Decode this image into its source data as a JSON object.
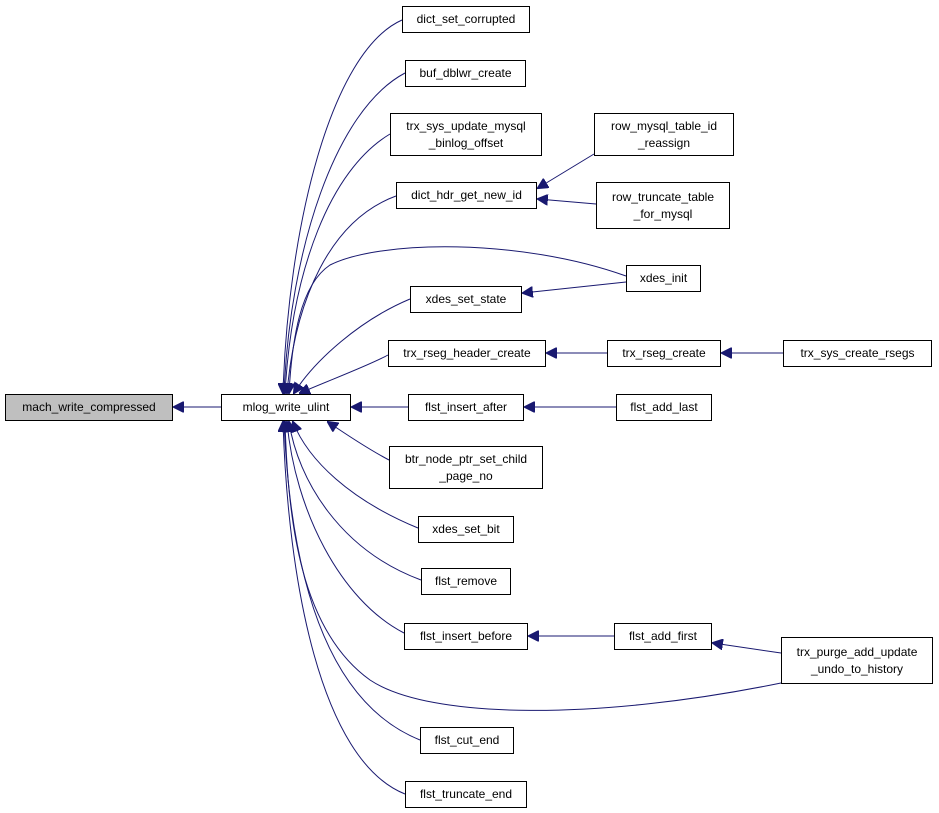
{
  "colors": {
    "edge": "#191970",
    "root_fill": "#bfbfbf",
    "node_fill": "#ffffff",
    "border": "#000000"
  },
  "nodes": {
    "mach_write_compressed": "mach_write_compressed",
    "mlog_write_ulint": "mlog_write_ulint",
    "dict_set_corrupted": "dict_set_corrupted",
    "buf_dblwr_create": "buf_dblwr_create",
    "trx_sys_update_mysql_binlog_offset": "trx_sys_update_mysql\n_binlog_offset",
    "dict_hdr_get_new_id": "dict_hdr_get_new_id",
    "row_mysql_table_id_reassign": "row_mysql_table_id\n_reassign",
    "row_truncate_table_for_mysql": "row_truncate_table\n_for_mysql",
    "xdes_init": "xdes_init",
    "xdes_set_state": "xdes_set_state",
    "trx_rseg_header_create": "trx_rseg_header_create",
    "trx_rseg_create": "trx_rseg_create",
    "trx_sys_create_rsegs": "trx_sys_create_rsegs",
    "flst_insert_after": "flst_insert_after",
    "flst_add_last": "flst_add_last",
    "btr_node_ptr_set_child_page_no": "btr_node_ptr_set_child\n_page_no",
    "xdes_set_bit": "xdes_set_bit",
    "flst_remove": "flst_remove",
    "flst_insert_before": "flst_insert_before",
    "flst_add_first": "flst_add_first",
    "trx_purge_add_update_undo_to_history": "trx_purge_add_update\n_undo_to_history",
    "flst_cut_end": "flst_cut_end",
    "flst_truncate_end": "flst_truncate_end"
  },
  "edges": [
    {
      "from": "mlog_write_ulint",
      "to": "mach_write_compressed"
    },
    {
      "from": "dict_set_corrupted",
      "to": "mlog_write_ulint"
    },
    {
      "from": "buf_dblwr_create",
      "to": "mlog_write_ulint"
    },
    {
      "from": "trx_sys_update_mysql_binlog_offset",
      "to": "mlog_write_ulint"
    },
    {
      "from": "dict_hdr_get_new_id",
      "to": "mlog_write_ulint"
    },
    {
      "from": "xdes_init",
      "to": "mlog_write_ulint"
    },
    {
      "from": "xdes_set_state",
      "to": "mlog_write_ulint"
    },
    {
      "from": "trx_rseg_header_create",
      "to": "mlog_write_ulint"
    },
    {
      "from": "flst_insert_after",
      "to": "mlog_write_ulint"
    },
    {
      "from": "btr_node_ptr_set_child_page_no",
      "to": "mlog_write_ulint"
    },
    {
      "from": "xdes_set_bit",
      "to": "mlog_write_ulint"
    },
    {
      "from": "flst_remove",
      "to": "mlog_write_ulint"
    },
    {
      "from": "flst_insert_before",
      "to": "mlog_write_ulint"
    },
    {
      "from": "trx_purge_add_update_undo_to_history",
      "to": "mlog_write_ulint"
    },
    {
      "from": "flst_cut_end",
      "to": "mlog_write_ulint"
    },
    {
      "from": "flst_truncate_end",
      "to": "mlog_write_ulint"
    },
    {
      "from": "row_mysql_table_id_reassign",
      "to": "dict_hdr_get_new_id"
    },
    {
      "from": "row_truncate_table_for_mysql",
      "to": "dict_hdr_get_new_id"
    },
    {
      "from": "xdes_init",
      "to": "xdes_set_state"
    },
    {
      "from": "trx_rseg_create",
      "to": "trx_rseg_header_create"
    },
    {
      "from": "trx_sys_create_rsegs",
      "to": "trx_rseg_create"
    },
    {
      "from": "flst_add_last",
      "to": "flst_insert_after"
    },
    {
      "from": "flst_add_first",
      "to": "flst_insert_before"
    },
    {
      "from": "trx_purge_add_update_undo_to_history",
      "to": "flst_add_first"
    }
  ]
}
